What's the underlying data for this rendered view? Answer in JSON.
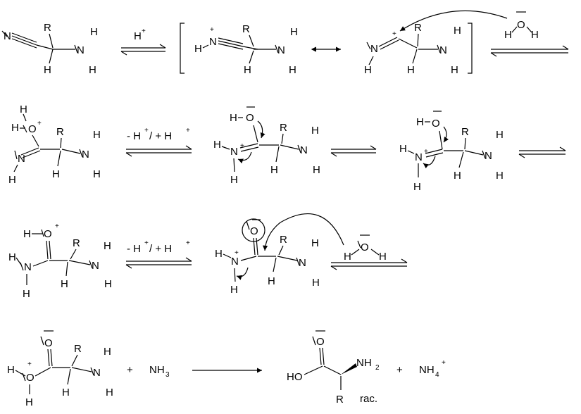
{
  "atoms": {
    "H": "H",
    "N": "N",
    "O": "O",
    "R": "R",
    "HO": "HO",
    "NH": "NH",
    "NH3": "NH",
    "NH2": "NH",
    "NH4": "NH",
    "sub_2": "2",
    "sub_3": "3",
    "sub_4": "4"
  },
  "charges": {
    "plus": "+",
    "minus": "-"
  },
  "conditions": {
    "step1": "H",
    "step1_sup": "+",
    "proton_shuffle_part1": "- H",
    "proton_shuffle_sep": " / + H",
    "sup": "+"
  },
  "operators": {
    "plus": "+"
  },
  "labels": {
    "rac": "rac."
  },
  "colors": {
    "ink": "#000000",
    "background": "#ffffff"
  }
}
